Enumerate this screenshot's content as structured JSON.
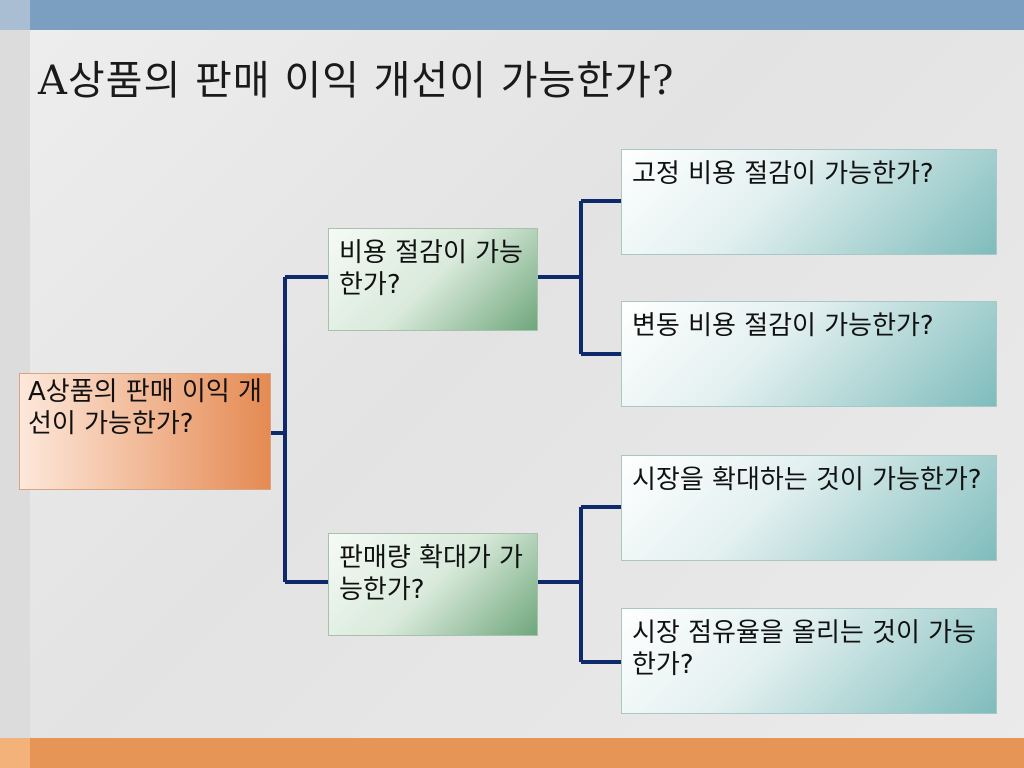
{
  "title": "A상품의 판매 이익 개선이 가능한가?",
  "tree": {
    "root": "A상품의 판매 이익 개선이 가능한가?",
    "branches": [
      {
        "label": "비용 절감이 가능한가?",
        "children": [
          "고정 비용 절감이 가능한가?",
          "변동 비용 절감이 가능한가?"
        ]
      },
      {
        "label": "판매량 확대가 가능한가?",
        "children": [
          "시장을 확대하는 것이 가능한가?",
          "시장 점유율을 올리는 것이 가능한가?"
        ]
      }
    ]
  },
  "colors": {
    "connector": "#0f2a6b",
    "top_band": "#7b9fc1",
    "bottom_band": "#e79556",
    "root_fill": "#e58a52",
    "mid_fill": "#6fa77c",
    "leaf_fill": "#7fbcbc"
  }
}
